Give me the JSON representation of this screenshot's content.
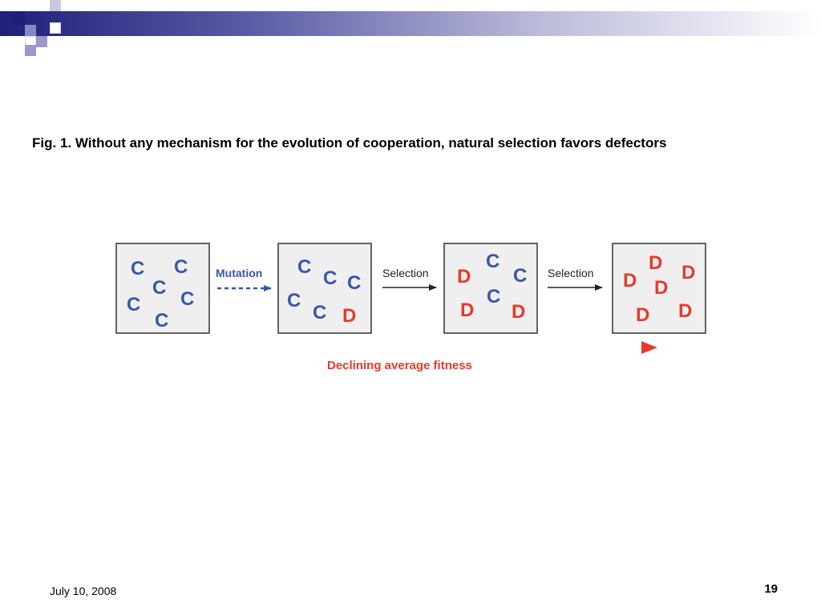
{
  "slide": {
    "title": "Fig. 1. Without any mechanism for the evolution of cooperation, natural selection favors defectors",
    "date": "July 10, 2008",
    "page_number": "19"
  },
  "figure": {
    "panels": [
      {
        "letters": [
          "C",
          "C",
          "C",
          "C",
          "C",
          "C"
        ]
      },
      {
        "letters": [
          "C",
          "C",
          "C",
          "C",
          "C",
          "D"
        ]
      },
      {
        "letters": [
          "C",
          "D",
          "C",
          "C",
          "D",
          "D"
        ]
      },
      {
        "letters": [
          "D",
          "D",
          "D",
          "D",
          "D",
          "D"
        ]
      }
    ],
    "arrows": [
      {
        "label": "Mutation",
        "style": "dashed",
        "color": "#3a56a8"
      },
      {
        "label": "Selection",
        "style": "solid",
        "color": "#222222"
      },
      {
        "label": "Selection",
        "style": "solid",
        "color": "#222222"
      }
    ],
    "trend_label": "Declining average fitness",
    "colors": {
      "cooperator": "#3a56a8",
      "defector": "#e8392a",
      "trend": "#e8392a"
    }
  }
}
